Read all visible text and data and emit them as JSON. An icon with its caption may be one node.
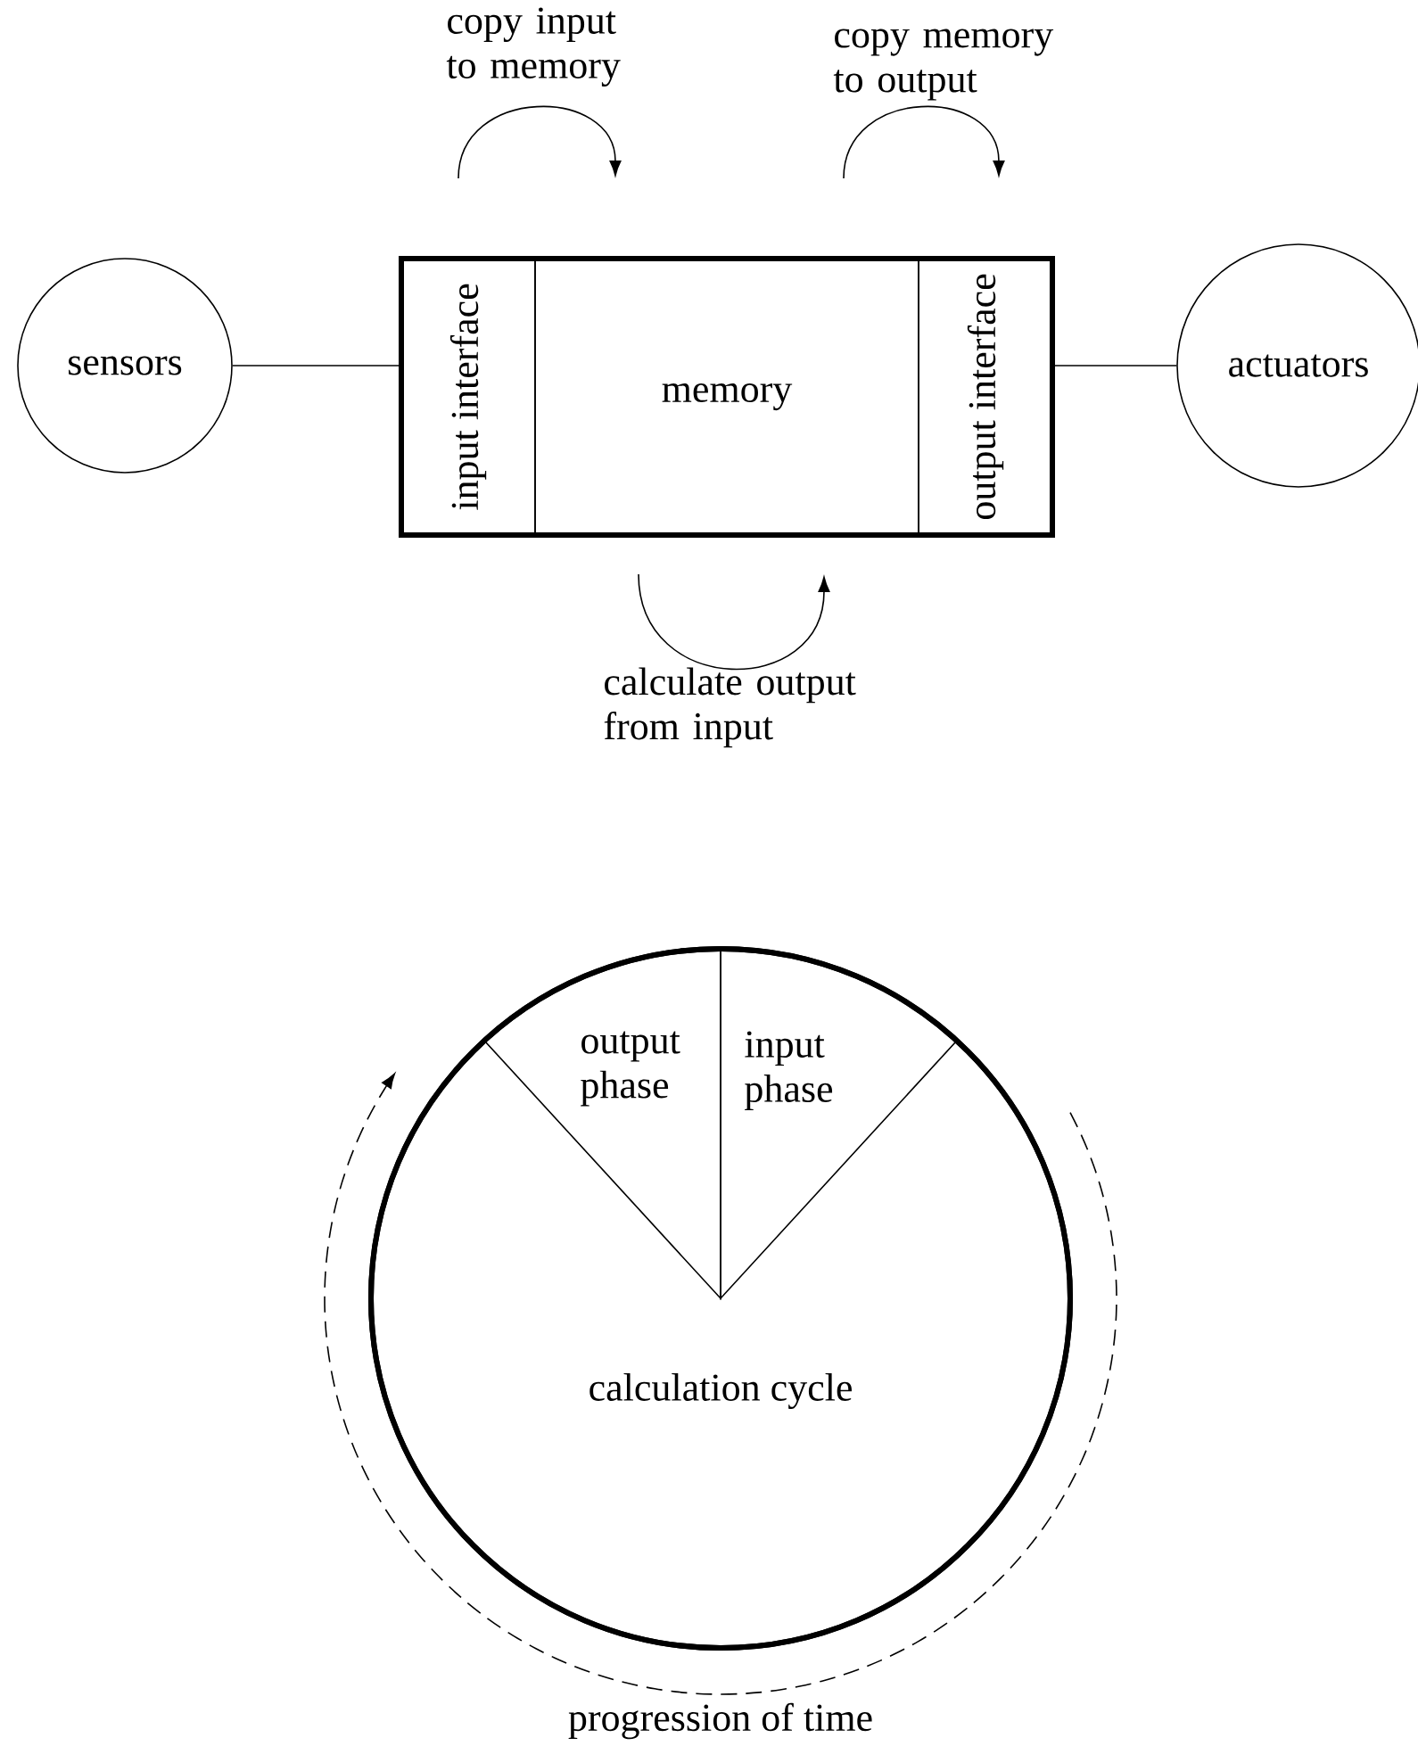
{
  "diagram": {
    "nodes": [
      {
        "text": [
          "sensors"
        ]
      },
      {
        "text": [],
        "shape": "box"
      },
      {
        "text": [
          "input interface"
        ],
        "in": 1
      },
      {
        "text": [
          "memory"
        ],
        "in": 1
      },
      {
        "text": [
          "output interface"
        ],
        "in": 1
      },
      {
        "text": [
          "actuators"
        ]
      },
      {
        "text": [
          "calculation cycle"
        ]
      },
      {
        "text": [
          "output phase"
        ],
        "in": 6
      },
      {
        "text": [
          "input phase"
        ],
        "in": 6
      }
    ],
    "edges": [
      {
        "from": 0,
        "to": 1,
        "arrow": "none"
      },
      {
        "from": 1,
        "to": 5,
        "arrow": "none"
      },
      {
        "from": 2,
        "to": 3,
        "arrow": "to",
        "label": "copy input to memory"
      },
      {
        "from": 3,
        "to": 4,
        "arrow": "to",
        "label": "copy memory to output"
      },
      {
        "from": 3,
        "to": 3,
        "arrow": "to",
        "label": "calculate output from input"
      }
    ],
    "labels": [
      "progression of time"
    ]
  }
}
